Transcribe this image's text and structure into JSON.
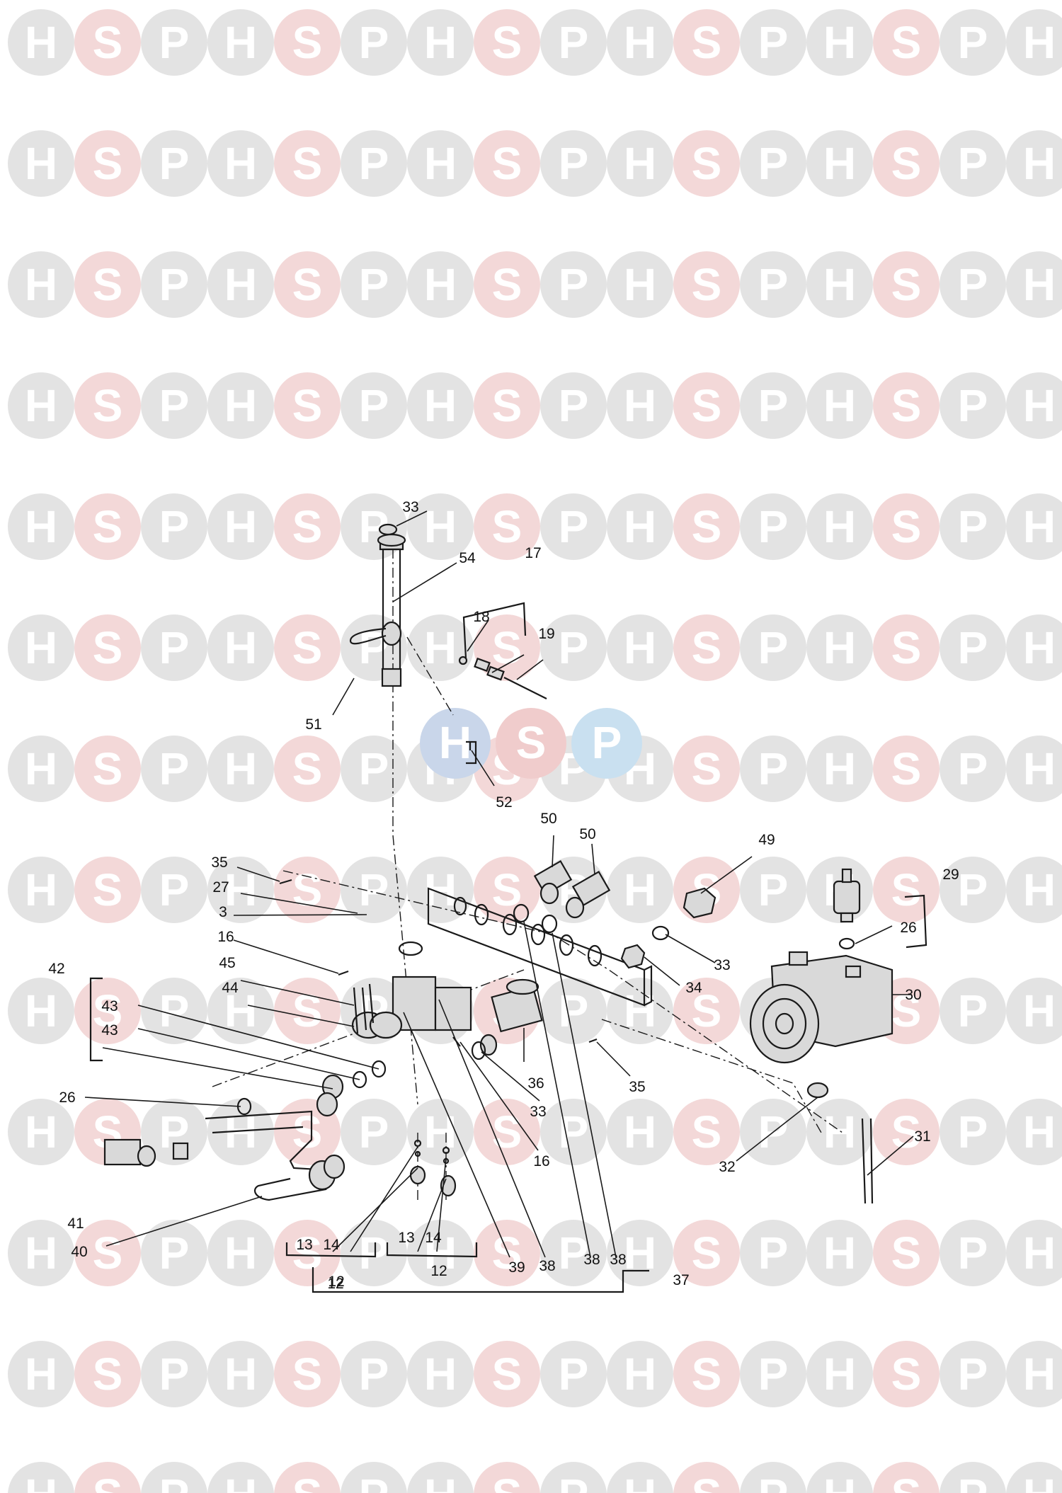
{
  "watermark": {
    "letters": [
      "H",
      "S",
      "P"
    ],
    "colors": {
      "H": "#e3e3e3",
      "S": "#f3d8d8",
      "P": "#e3e3e3"
    }
  },
  "center_logo": {
    "letters": [
      "H",
      "S",
      "P"
    ],
    "colors": {
      "left": "#c9d6ea",
      "mid": "#f0cccc",
      "right": "#c9e0f0",
      "text": "#ffffff"
    }
  },
  "labels": [
    "33",
    "54",
    "17",
    "18",
    "19",
    "51",
    "52",
    "50",
    "50",
    "49",
    "35",
    "27",
    "3",
    "16",
    "45",
    "44",
    "42",
    "43",
    "43",
    "26",
    "41",
    "40",
    "33",
    "34",
    "36",
    "33",
    "16",
    "35",
    "29",
    "26",
    "30",
    "32",
    "31",
    "13",
    "14",
    "12",
    "13",
    "14",
    "12",
    "39",
    "38",
    "38",
    "38",
    "37",
    "12"
  ]
}
